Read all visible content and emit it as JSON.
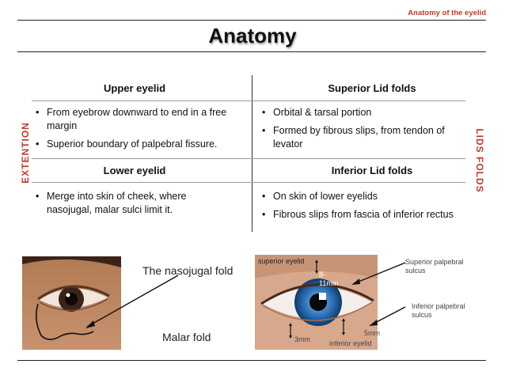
{
  "header": {
    "section": "Anatomy of the eyelid",
    "title": "Anatomy"
  },
  "side_labels": {
    "left": "EXTENTION",
    "right": "LIDS FOLDS"
  },
  "upper_eyelid": {
    "heading": "Upper eyelid",
    "bullets": [
      "From eyebrow downward to end in a free margin",
      "Superior boundary of palpebral fissure."
    ]
  },
  "superior_folds": {
    "heading": "Superior Lid folds",
    "bullets": [
      "Orbital & tarsal portion",
      "Formed by fibrous slips, from tendon of levator"
    ]
  },
  "lower_eyelid": {
    "heading": "Lower eyelid",
    "bullets": [
      "Merge into skin of cheek, where nasojugal, malar sulci limit it."
    ]
  },
  "inferior_folds": {
    "heading": "Inferior Lid folds",
    "bullets": [
      "On skin of lower eyelids",
      "Fibrous slips from fascia of inferior rectus"
    ]
  },
  "figure_labels": {
    "nasojugal": "The nasojugal fold",
    "malar": "Malar fold"
  },
  "eye_annotations": {
    "superior_eyelid": "superior eyelid",
    "measure_top": "8-11mm",
    "measure_left": "3mm",
    "measure_right": "5mm",
    "inferior_eyelid": "inferior eyelid",
    "superior_sulcus": "Superior palpebral sulcus",
    "inferior_sulcus": "Inferior palpebral sulcus"
  }
}
